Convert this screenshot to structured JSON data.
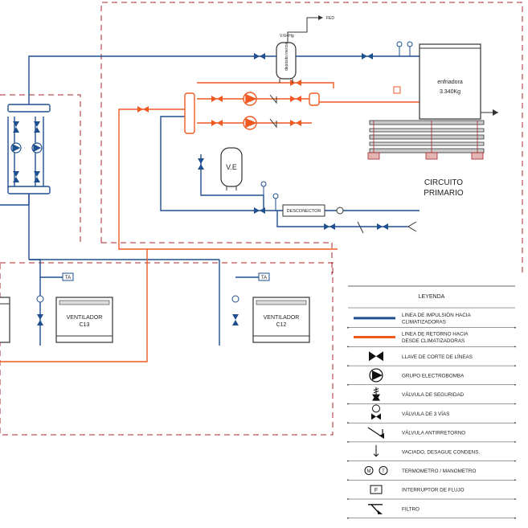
{
  "colors": {
    "supply": "#1f4f8f",
    "return": "#f05a22",
    "dash": "#a8252a",
    "line": "#333333"
  },
  "labels": {
    "deposito": "depósito inercia",
    "deposito_top": "V.6/4Hg",
    "fed": "FED",
    "enfriadora": "enfriadora",
    "enfriadora_cap": "3.340Kg",
    "ve": "V.E",
    "desconector": "DESCONECTOR",
    "circuito_1": "CIRCUITO",
    "circuito_2": "PRIMARIO",
    "ta1": "TA",
    "ta2": "TA",
    "vent1_1": "VENTILADOR",
    "vent1_2": "C13",
    "vent2_1": "VENTILADOR",
    "vent2_2": "C12"
  },
  "legend": {
    "title": "LEYENDA",
    "items": [
      {
        "icon": "supply-line-icon",
        "text": [
          "LINEA DE IMPULSIÓN HACIA",
          "CLIMATIZADORAS"
        ]
      },
      {
        "icon": "return-line-icon",
        "text": [
          "LINEA DE RETORNO HACIA",
          "DESDE CLIMATIZADORAS"
        ]
      },
      {
        "icon": "shutoff-valve-icon",
        "text": [
          "LLAVE DE CORTE DE LÍNEAS"
        ]
      },
      {
        "icon": "pump-icon",
        "text": [
          "GRUPO ELECTROBOMBA"
        ]
      },
      {
        "icon": "safety-valve-icon",
        "text": [
          "VÁLVULA DE SEGURIDAD"
        ]
      },
      {
        "icon": "three-way-valve-icon",
        "text": [
          "VÁLVULA DE 3 VÍAS"
        ]
      },
      {
        "icon": "check-valve-icon",
        "text": [
          "VÁLVULA ANTIRRETORNO"
        ]
      },
      {
        "icon": "drain-icon",
        "text": [
          "VACIADO, DESAGUE CONDENS."
        ]
      },
      {
        "icon": "thermo-mano-icon",
        "text": [
          "TERMOMETRO / MANOMETRO"
        ]
      },
      {
        "icon": "flow-switch-icon",
        "text": [
          "INTERRUPTOR DE FLUJO"
        ]
      },
      {
        "icon": "filter-icon",
        "text": [
          "FILTRO"
        ]
      }
    ]
  }
}
